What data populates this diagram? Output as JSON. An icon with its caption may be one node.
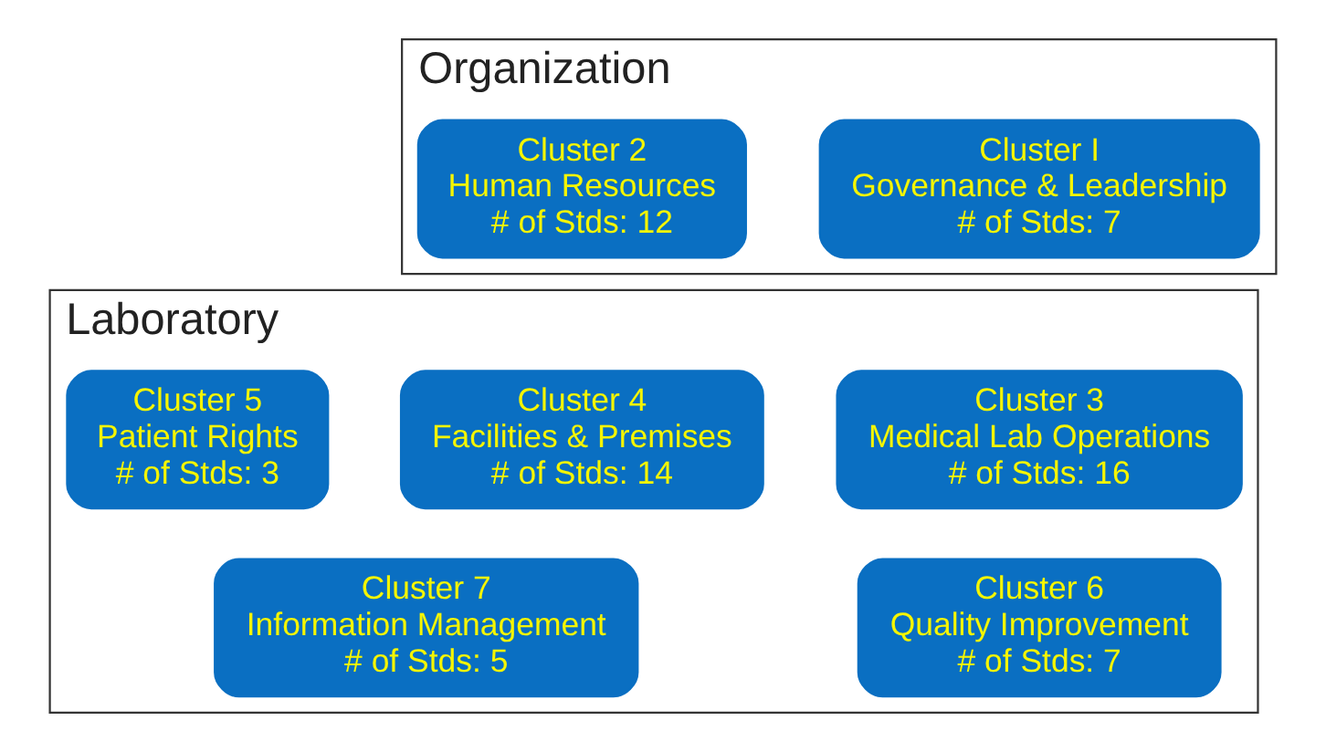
{
  "diagram": {
    "nodes": [
      {
        "text": [
          "Organization"
        ]
      },
      {
        "text": [
          "Cluster I",
          "Governance & Leadership",
          "# of Stds: 7"
        ],
        "in": 0
      },
      {
        "text": [
          "Cluster 2",
          "Human Resources",
          "# of Stds: 12"
        ],
        "in": 0
      },
      {
        "text": [
          "Laboratory"
        ]
      },
      {
        "text": [
          "Cluster 3",
          "Medical Lab Operations",
          "# of Stds: 16"
        ],
        "in": 3
      },
      {
        "text": [
          "Cluster 4",
          "Facilities & Premises",
          "# of Stds: 14"
        ],
        "in": 3
      },
      {
        "text": [
          "Cluster 5",
          "Patient Rights",
          "# of Stds: 3"
        ],
        "in": 3
      },
      {
        "text": [
          "Cluster 6",
          "Quality Improvement",
          "# of Stds: 7"
        ],
        "in": 3
      },
      {
        "text": [
          "Cluster 7",
          "Information Management",
          "# of Stds: 5"
        ],
        "in": 3
      }
    ],
    "edges": []
  }
}
